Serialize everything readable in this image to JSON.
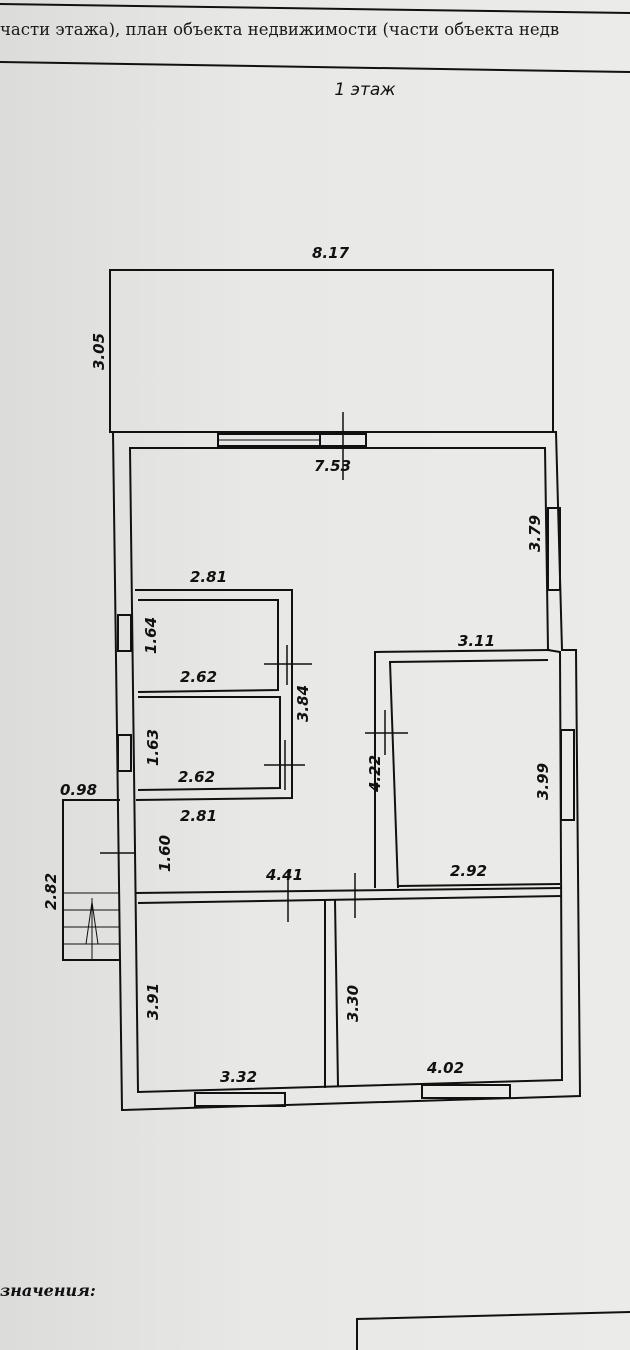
{
  "header": {
    "text": "части этажа), план объекта недвижимости (части объекта недв",
    "floor_title": "1 этаж"
  },
  "legend": {
    "title": "значения:"
  },
  "dimensions": {
    "terrace_width": "8.17",
    "terrace_depth": "3.05",
    "hall_width": "7.53",
    "hall_depth": "3.79",
    "room1_top": "2.81",
    "room1_height": "1.64",
    "room1_bottom": "2.62",
    "room2_height": "1.63",
    "room2_bottom": "2.62",
    "corridor_height": "3.84",
    "corridor_width": "2.81",
    "corridor_depth": "1.60",
    "porch_width": "0.98",
    "porch_depth": "2.82",
    "central_width": "4.41",
    "right_room_top": "3.11",
    "right_room_left": "4.22",
    "right_room_right": "3.99",
    "right_room_bottom": "2.92",
    "bl_room_height": "3.91",
    "bl_room_width": "3.32",
    "br_room_height": "3.30",
    "br_room_width": "4.02"
  }
}
